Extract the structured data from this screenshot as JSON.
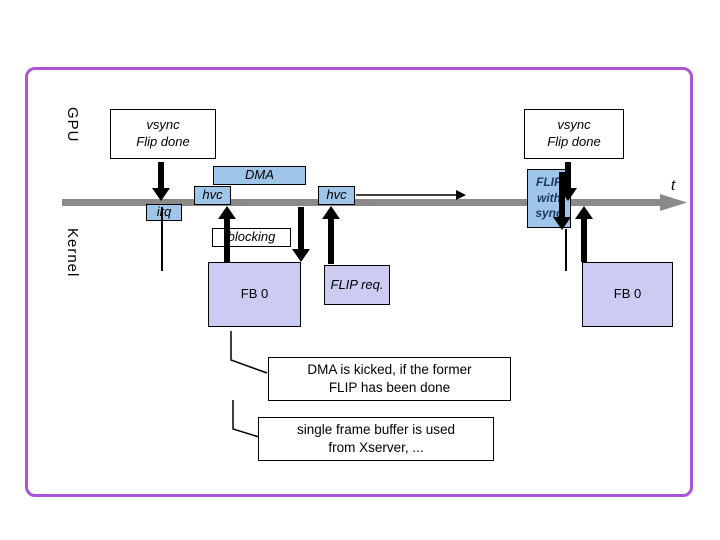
{
  "colors": {
    "slide_border": "#A855D8",
    "light_blue": "#9FC5E8",
    "lavender": "#CCCCF2",
    "timeline_gray": "#8A8A8A",
    "flip_sync_text": "#1F3864"
  },
  "lanes": {
    "gpu": "GPU",
    "kernel": "Kernel"
  },
  "timeline": {
    "axis_label": "t"
  },
  "gpu_row": {
    "vsync_left": "vsync\nFlip done",
    "vsync_right": "vsync\nFlip done",
    "dma": "DMA",
    "hvc_left": "hvc",
    "hvc_right": "hvc",
    "flip_with_sync": "FLIP\nwith\nsync"
  },
  "kernel_row": {
    "irq": "irq",
    "blocking": "blocking",
    "fb0_left": "FB 0",
    "flip_req": "FLIP req.",
    "fb0_right": "FB 0"
  },
  "notes": {
    "dma_kicked": "DMA is kicked, if the former\nFLIP has been done",
    "single_framebuffer": "single frame buffer is used\nfrom Xserver, ..."
  }
}
